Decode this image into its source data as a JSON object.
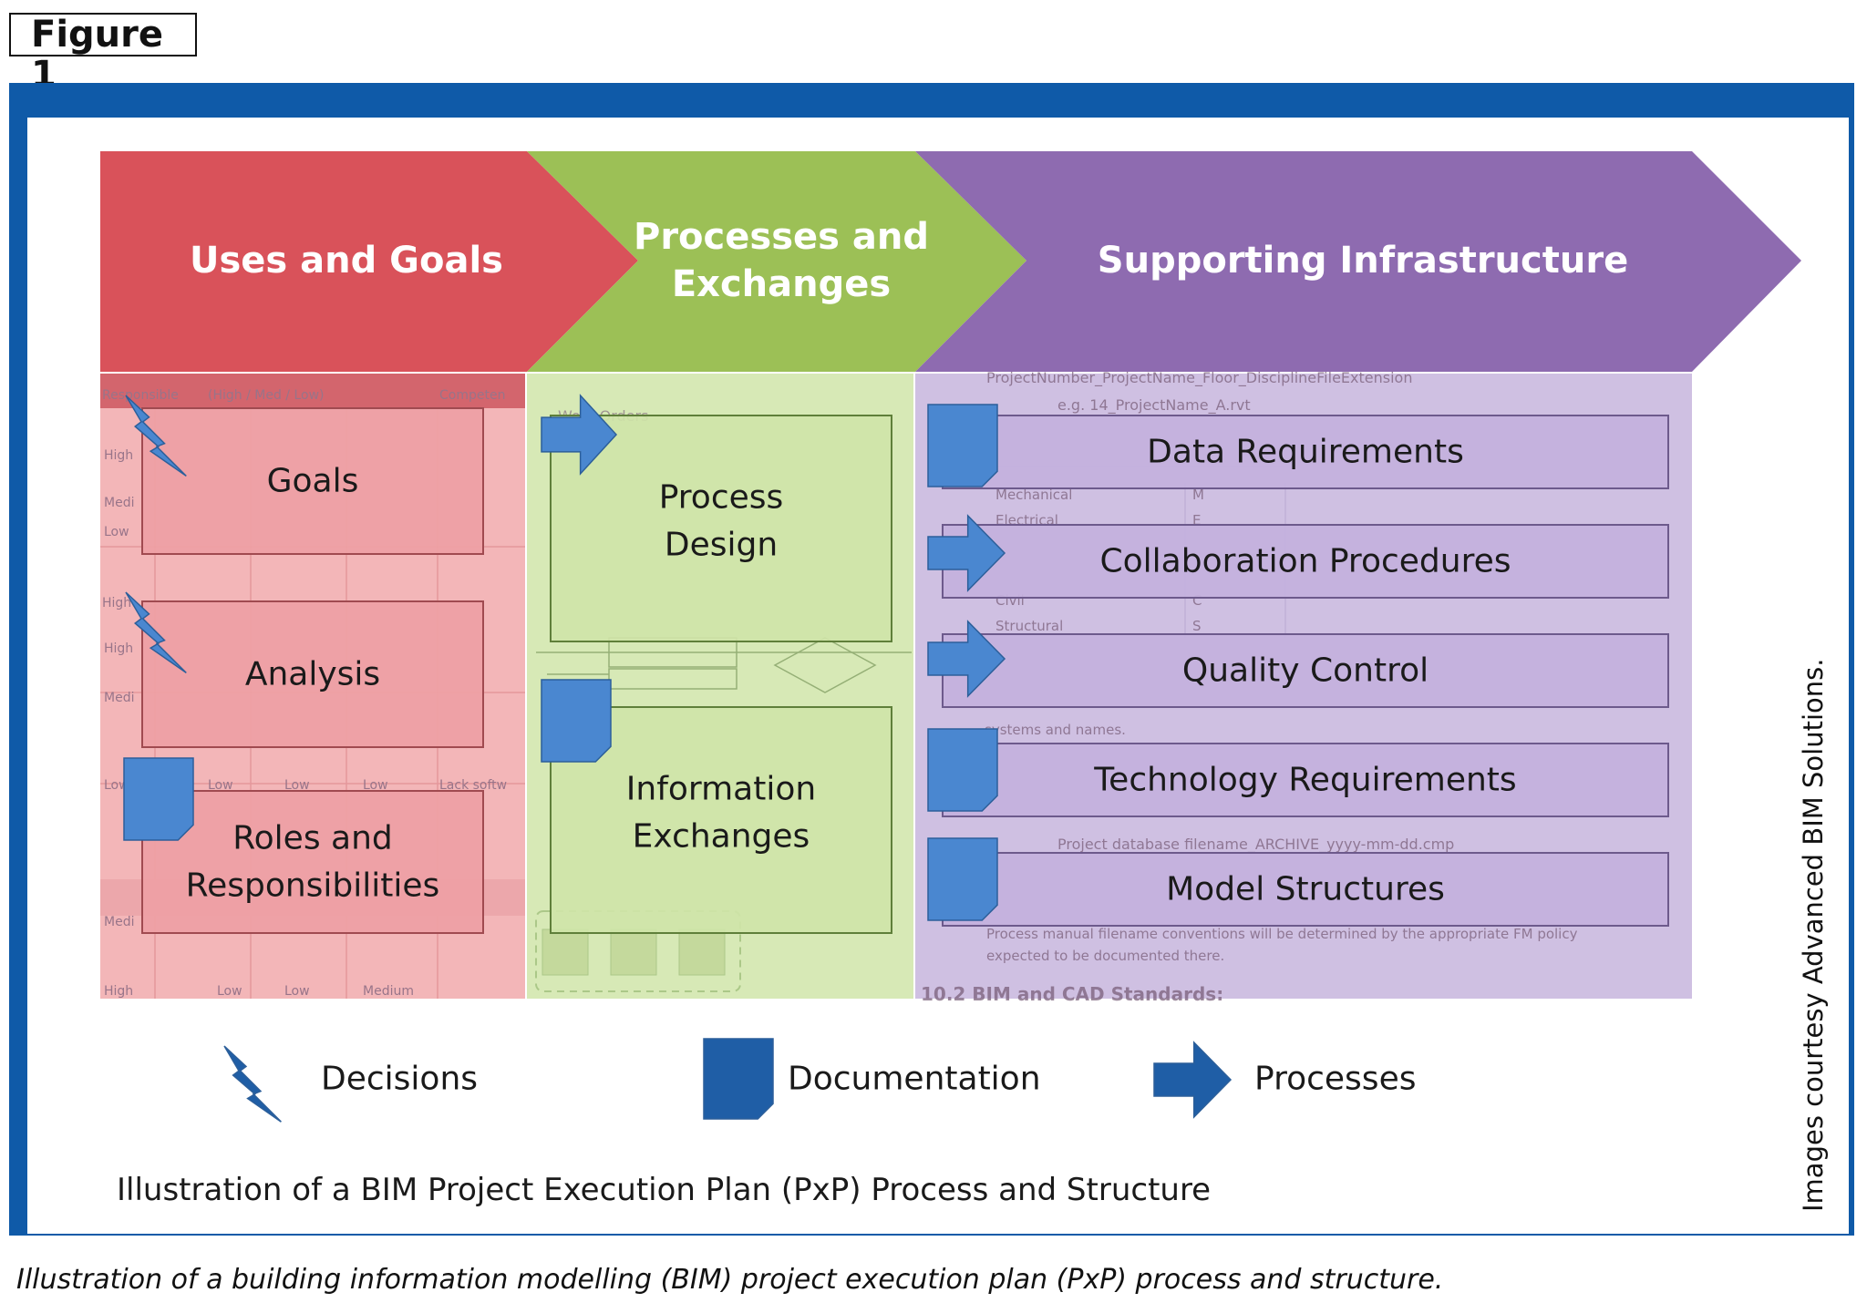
{
  "figure_label": "Figure 1",
  "columns": [
    {
      "header_lines": [
        "Uses and Goals"
      ],
      "color": "#d9525a",
      "boxes": [
        {
          "lines": [
            "Goals"
          ]
        },
        {
          "lines": [
            "Analysis"
          ]
        },
        {
          "lines": [
            "Roles and",
            "Responsibilities"
          ]
        }
      ]
    },
    {
      "header_lines": [
        "Processes and",
        "Exchanges"
      ],
      "color": "#9cc056",
      "boxes": [
        {
          "lines": [
            "Process",
            "Design"
          ]
        },
        {
          "lines": [
            "Information",
            "Exchanges"
          ]
        }
      ]
    },
    {
      "header_lines": [
        "Supporting Infrastructure"
      ],
      "color": "#8e6bb0",
      "boxes": [
        {
          "lines": [
            "Data Requirements"
          ]
        },
        {
          "lines": [
            "Collaboration Procedures"
          ]
        },
        {
          "lines": [
            "Quality Control"
          ]
        },
        {
          "lines": [
            "Technology Requirements"
          ]
        },
        {
          "lines": [
            "Model Structures"
          ]
        }
      ]
    }
  ],
  "background_fragments": {
    "col1": [
      "Responsible",
      "(High / Med / Low)",
      "Competen",
      "High",
      "Medi",
      "Low",
      "High",
      "High",
      "Medi",
      "Low",
      "Low",
      "Low",
      "Low",
      "Lack softw",
      "Medi",
      "High",
      "Low",
      "Low",
      "Medium"
    ],
    "col3": [
      "ProjectNumber_ProjectName_Floor_DisciplineFileExtension",
      "e.g. 14_ProjectName_A.rvt",
      "Mechanical",
      "M",
      "Electrical",
      "E",
      "Civil",
      "C",
      "Structural",
      "S",
      "systems and names.",
      "Project database filename_ARCHIVE_yyyy-mm-dd.cmp",
      "Process manual filename conventions will be determined by the appropriate FM policy",
      "expected to be documented there.",
      "10.2 BIM and CAD Standards:"
    ],
    "col2": [
      "Work Orders"
    ]
  },
  "legend": [
    {
      "icon": "lightning-icon",
      "label": "Decisions"
    },
    {
      "icon": "document-icon",
      "label": "Documentation"
    },
    {
      "icon": "arrow-icon",
      "label": "Processes"
    }
  ],
  "icon_color": "#4a87d0",
  "legend_icon_color": "#1f5ea6",
  "title": "Illustration of a BIM Project Execution Plan (PxP) Process and Structure",
  "side_credit": "Images courtesy Advanced BIM Solutions.",
  "caption": "Illustration of a building information modelling (BIM) project execution plan (PxP) process and structure.",
  "frame_color": "#0f5aa8"
}
